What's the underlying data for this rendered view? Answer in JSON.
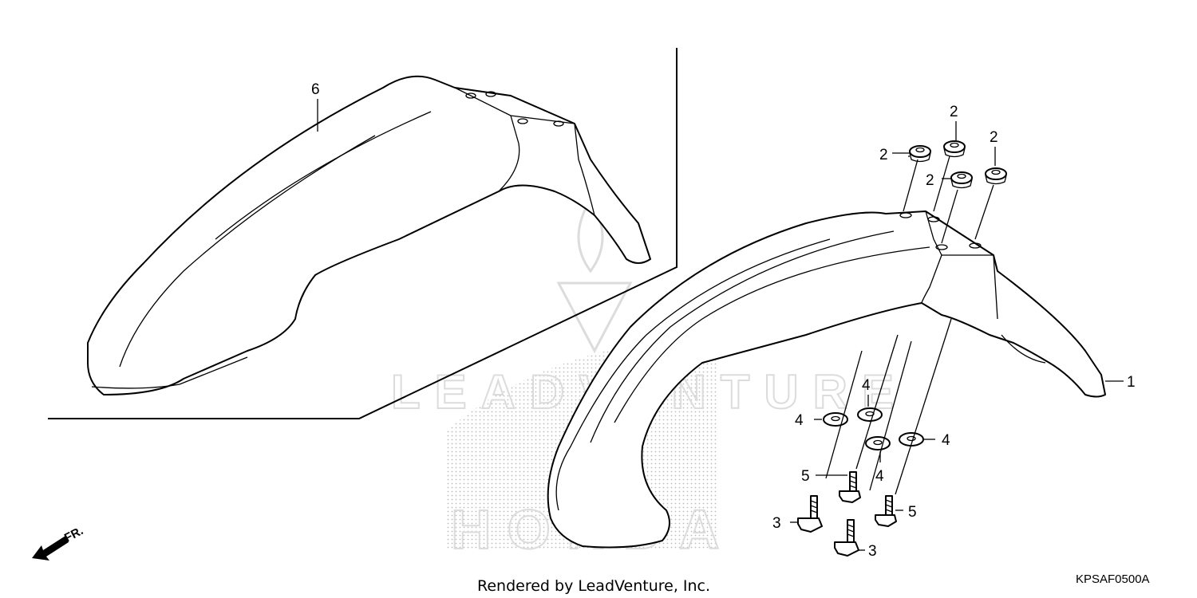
{
  "callouts": {
    "fender": "1",
    "collar_a": "2",
    "collar_b": "2",
    "collar_c": "2",
    "collar_d": "2",
    "bolt_a": "3",
    "bolt_b": "3",
    "washer_a": "4",
    "washer_b": "4",
    "washer_c": "4",
    "washer_d": "4",
    "screw_a": "5",
    "screw_b": "5",
    "fender_alt": "6"
  },
  "footer": {
    "credit": "Rendered by LeadVenture, Inc.",
    "diagram_code": "KPSAF0500A"
  },
  "direction": {
    "label": "FR."
  },
  "watermark": {
    "text": "LEADVENTURE",
    "brand": "HONDA"
  },
  "colors": {
    "line": "#000000",
    "watermark": "#dcdcdc",
    "background": "#ffffff"
  }
}
